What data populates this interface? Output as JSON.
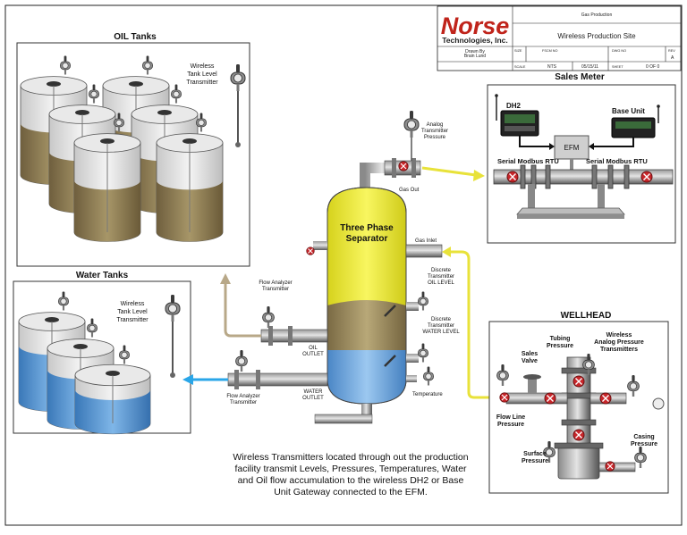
{
  "title_block": {
    "logo_main": "Norse",
    "logo_sub": "Technologies, Inc.",
    "project": "Gas Production",
    "drawing_title": "Wireless Production Site",
    "size_label": "SIZE",
    "fscm_label": "FSCM NO",
    "dwg_label": "DWG NO",
    "rev_label": "REV",
    "rev_value": "A",
    "drawn_by": "Drawn By\nBrain Lund",
    "scale_label": "SCALE",
    "scale_value": "NTS",
    "date": "05/15/11",
    "sheet_label": "SHEET",
    "sheet_value": "0 OF 0"
  },
  "labels": {
    "oil_tanks": "OIL Tanks",
    "oil_tank_tx": "Wireless\nTank Level\nTransmitter",
    "water_tanks": "Water Tanks",
    "water_tank_tx": "Wireless\nTank Level\nTransmitter",
    "sales_meter": "Sales Meter",
    "dh2": "DH2",
    "base_unit": "Base Unit",
    "efm": "EFM",
    "serial_left": "Serial Modbus RTU",
    "serial_right": "Serial Modbus RTU",
    "analog_tx": "Analog\nTransmitter\nPressure",
    "gas_out": "Gas Out",
    "gas_inlet": "Gas Inlet",
    "separator": "Three Phase\nSeparator",
    "discrete_oil": "Discrete\nTransmitter\nOIL LEVEL",
    "discrete_water": "Discrete\nTransmitter\nWATER LEVEL",
    "temperature": "Temperature",
    "flow_oil": "Flow Analyzer\nTransmitter",
    "oil_outlet": "OIL\nOUTLET",
    "flow_water": "Flow Analyzer\nTransmitter",
    "water_outlet": "WATER\nOUTLET",
    "wellhead": "WELLHEAD",
    "tubing": "Tubing\nPressure",
    "wireless_analog": "Wireless\nAnalog Pressure\nTransmitters",
    "sales_valve": "Sales\nValve",
    "flow_line": "Flow Line\nPressure",
    "surface": "Surface\nPressure",
    "casing": "Casing\nPressure"
  },
  "caption": "Wireless Transmitters located through out the production\nfacility transmit Levels, Pressures, Temperatures, Water\nand Oil flow accumulation to the wireless DH2 or Base\nUnit Gateway connected to the EFM.",
  "colors": {
    "oil": "#8b7a55",
    "water": "#4a90d0",
    "separator": "#f1ee3a",
    "gas_arrow": "#e8e23a",
    "water_arrow": "#2aa6e8",
    "oil_arrow": "#b8a888",
    "logo": "#c0241b"
  },
  "icons": [
    "wireless-transmitter-icon",
    "antenna-icon",
    "valve-icon",
    "gateway-icon"
  ]
}
